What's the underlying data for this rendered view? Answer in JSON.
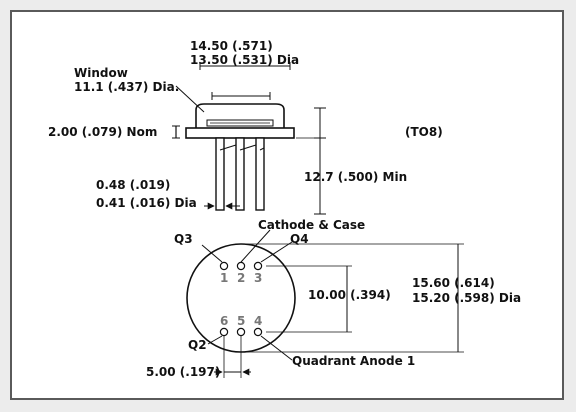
{
  "labels": {
    "top_width_max": "14.50 (.571)",
    "top_width_min": "13.50 (.531) Dia",
    "window_title": "Window",
    "window_dia": "11.1 (.437) Dia.",
    "nom_height": "2.00 (.079) Nom",
    "package": "(TO8)",
    "lead_length": "12.7 (.500) Min",
    "lead_dia_max": "0.48 (.019)",
    "lead_dia_min": "0.41 (.016) Dia",
    "cathode": "Cathode & Case",
    "q3": "Q3",
    "q4": "Q4",
    "q2": "Q2",
    "pin1": "1",
    "pin2": "2",
    "pin3": "3",
    "pin4": "4",
    "pin5": "5",
    "pin6": "6",
    "pin_spacing": "10.00 (.394)",
    "body_dia_max": "15.60 (.614)",
    "body_dia_min": "15.20 (.598) Dia",
    "pitch": "5.00 (.197)",
    "quadrant_anode": "Quadrant Anode 1"
  },
  "colors": {
    "line": "#111111",
    "pin_number": "#777777",
    "border": "#5a5a5a"
  }
}
